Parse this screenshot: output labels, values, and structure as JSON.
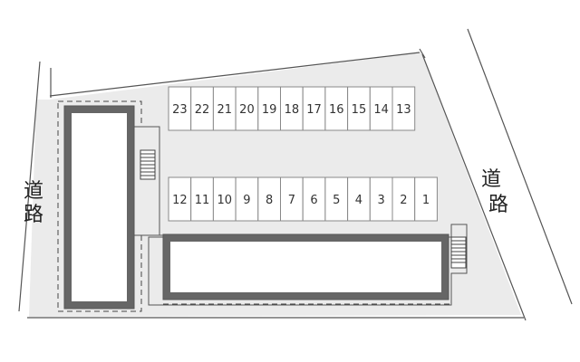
{
  "map": {
    "colors": {
      "lot_fill": "#ebebeb",
      "building_outer": "#666666",
      "building_inner": "#ffffff",
      "line": "#555555",
      "slot_fill": "#ffffff",
      "slot_stroke": "#888888",
      "text": "#333333"
    },
    "roads": {
      "left_label": "道路",
      "right_label": "道路"
    },
    "parking": {
      "top_row": [
        "23",
        "22",
        "21",
        "20",
        "19",
        "18",
        "17",
        "16",
        "15",
        "14",
        "13"
      ],
      "bottom_row": [
        "12",
        "11",
        "10",
        "9",
        "8",
        "7",
        "6",
        "5",
        "4",
        "3",
        "2",
        "1"
      ]
    },
    "icons": {
      "stairs": "stairs-icon"
    }
  }
}
